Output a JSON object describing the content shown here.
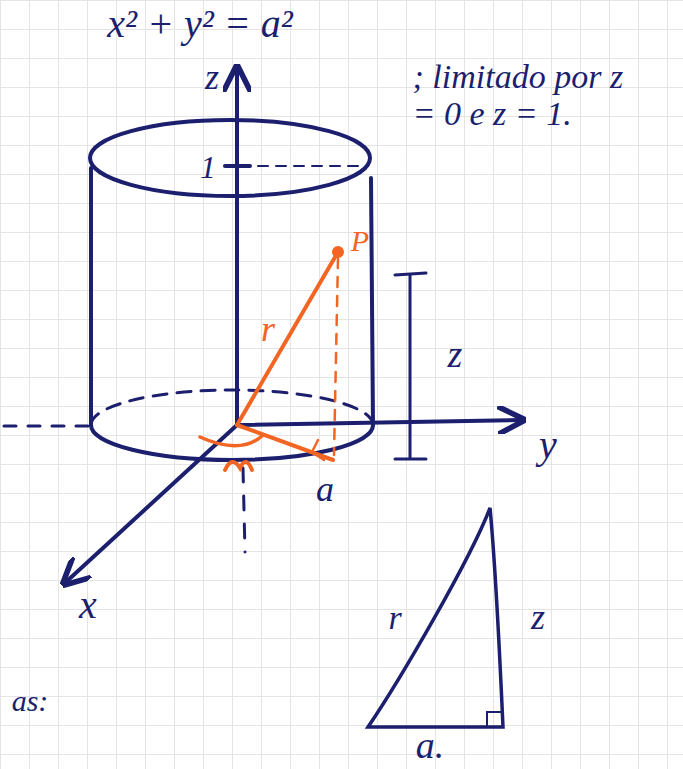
{
  "diagram": {
    "labels": [
      "x² + y² = a²",
      "; limitado por z = 0 e z = 1.",
      "z",
      "1",
      "P",
      "r",
      "z",
      "y",
      "a",
      "x",
      "as:",
      "r",
      "z",
      "a."
    ]
  }
}
